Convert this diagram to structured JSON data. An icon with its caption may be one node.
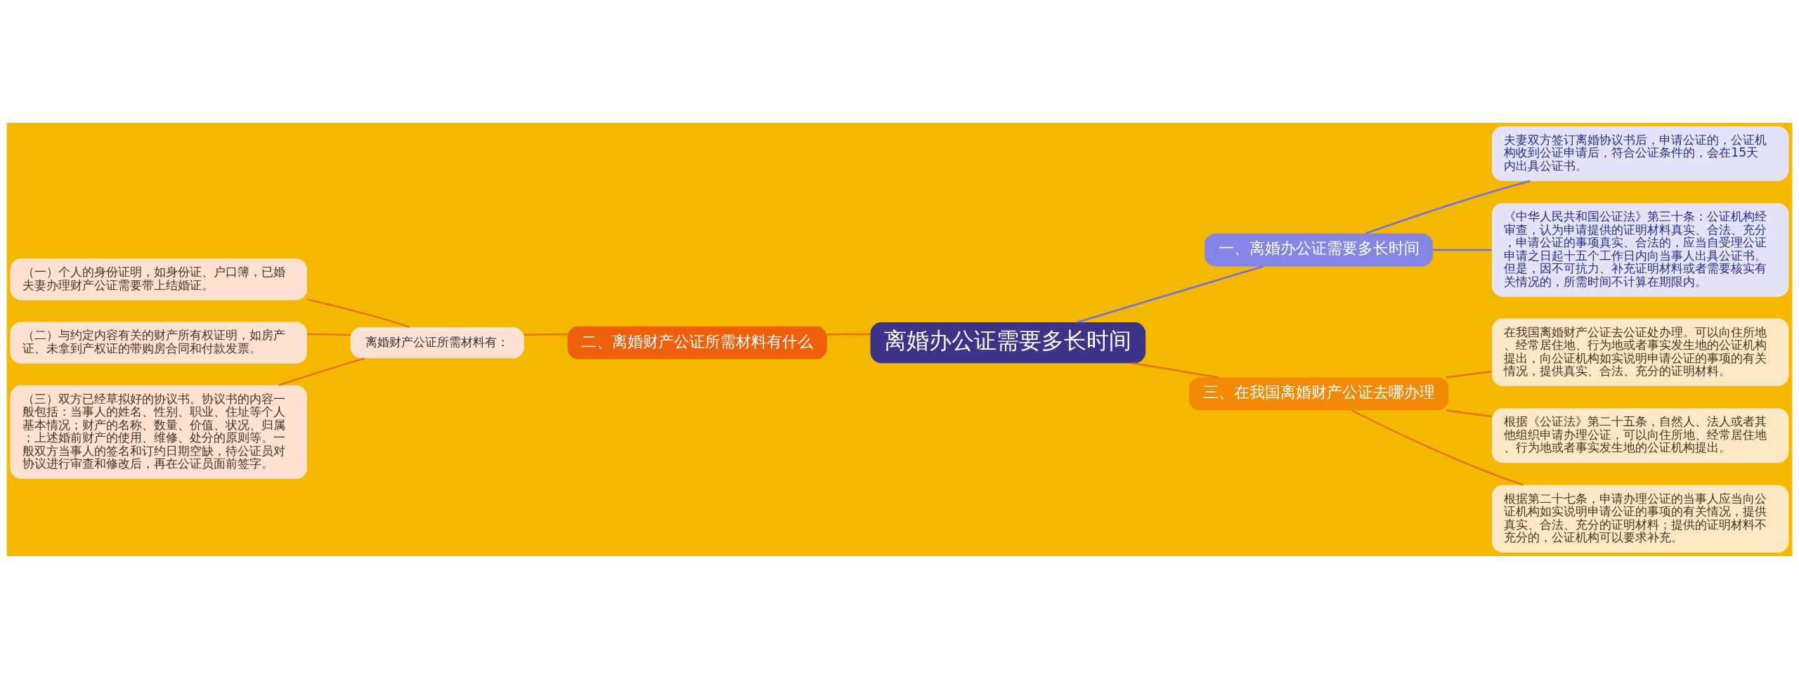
{
  "diagram": {
    "nodes": [
      {
        "text": [
          "离婚办公证需要多长时间"
        ]
      },
      {
        "text": [
          "一、离婚办公证需要多长时间"
        ]
      },
      {
        "text": [
          "夫妻双方签订离婚协议书后，申请公证的，公证机构收到公证申请后，符合公证条件的，会在15天内出具公证书。"
        ]
      },
      {
        "text": [
          "《中华人民共和国公证法》第三十条：公证机构经审查，认为申请提供的证明材料真实、合法、充分，申请公证的事项真实、合法的，应当自受理公证申请之日起十五个工作日内向当事人出具公证书。但是，因不可抗力、补充证明材料或者需要核实有关情况的，所需时间不计算在期限内。"
        ]
      },
      {
        "text": [
          "二、离婚财产公证所需材料有什么"
        ]
      },
      {
        "text": [
          "离婚财产公证所需材料有："
        ]
      },
      {
        "text": [
          "（一）个人的身份证明，如身份证、户口簿，已婚夫妻办理财产公证需要带上结婚证。"
        ]
      },
      {
        "text": [
          "（二）与约定内容有关的财产所有权证明，如房产证、未拿到产权证的带购房合同和付款发票。"
        ]
      },
      {
        "text": [
          "（三）双方已经草拟好的协议书。协议书的内容一般包括：当事人的姓名、性别、职业、住址等个人基本情况；财产的名称、数量、价值、状况、归属；上述婚前财产的使用、维修、处分的原则等。一般双方当事人的签名和订约日期空缺，待公证员对协议进行审查和修改后，再在公证员面前签字。"
        ]
      },
      {
        "text": [
          "三、在我国离婚财产公证去哪办理"
        ]
      },
      {
        "text": [
          "在我国离婚财产公证去公证处办理。可以向住所地、经常居住地、行为地或者事实发生地的公证机构提出，向公证机构如实说明申请公证的事项的有关情况，提供真实、合法、充分的证明材料。"
        ]
      },
      {
        "text": [
          "根据《公证法》第二十五条，自然人、法人或者其他组织申请办理公证，可以向住所地、经常居住地、行为地或者事实发生地的公证机构提出。"
        ]
      },
      {
        "text": [
          "根据第二十七条，申请办理公证的当事人应当向公证机构如实说明申请公证的事项的有关情况，提供真实、合法、充分的证明材料；提供的证明材料不充分的，公证机构可以要求补充。"
        ]
      }
    ],
    "edges": [
      {
        "from": 0,
        "to": 1,
        "arrow": "none",
        "color": "#7070e0"
      },
      {
        "from": 1,
        "to": 2,
        "arrow": "none",
        "color": "#7070e0"
      },
      {
        "from": 1,
        "to": 3,
        "arrow": "none",
        "color": "#7070e0"
      },
      {
        "from": 0,
        "to": 4,
        "arrow": "none"
      },
      {
        "from": 4,
        "to": 5,
        "arrow": "none"
      },
      {
        "from": 5,
        "to": 6,
        "arrow": "none"
      },
      {
        "from": 5,
        "to": 7,
        "arrow": "none"
      },
      {
        "from": 5,
        "to": 8,
        "arrow": "none"
      },
      {
        "from": 0,
        "to": 9,
        "arrow": "none"
      },
      {
        "from": 9,
        "to": 10,
        "arrow": "none"
      },
      {
        "from": 9,
        "to": 11,
        "arrow": "none"
      },
      {
        "from": 9,
        "to": 12,
        "arrow": "none"
      }
    ]
  }
}
